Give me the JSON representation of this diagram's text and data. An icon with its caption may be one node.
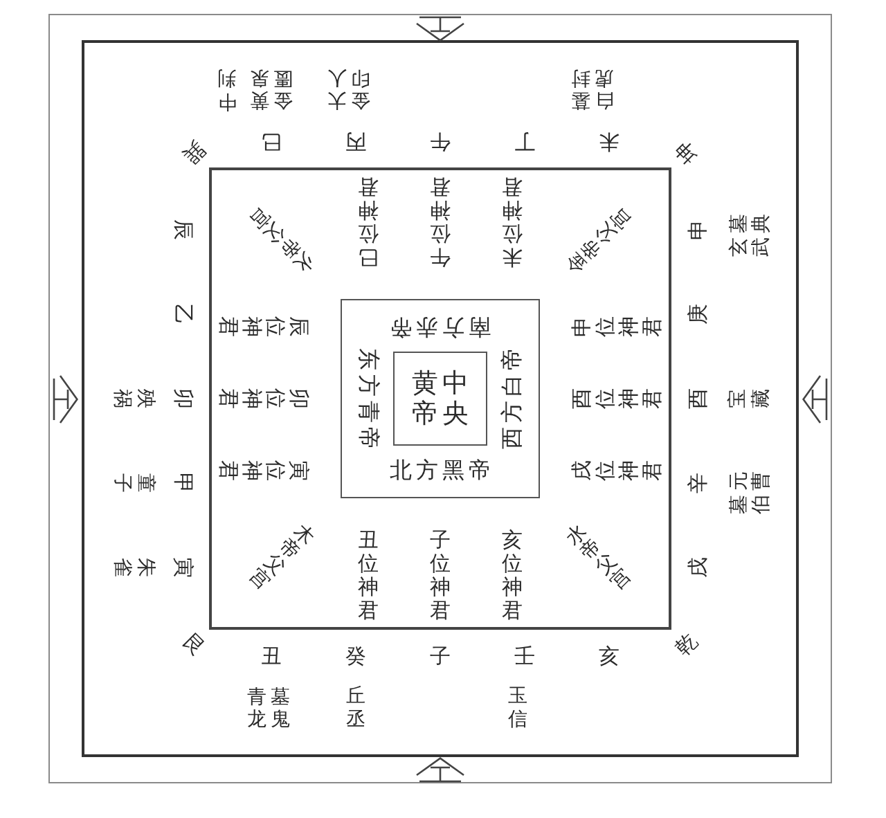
{
  "diagram": {
    "nodes": [
      {
        "text": [],
        "shape": "box"
      },
      {
        "text": [
          "中判",
          "黄泉金匮",
          "大人金印",
          "墓封白虎",
          "巽",
          "巳",
          "丙",
          "午",
          "丁",
          "未",
          "坤",
          "辰",
          "申",
          "墓典玄武",
          "乙",
          "庚",
          "殃祸",
          "卯",
          "酉",
          "宝藏",
          "童子",
          "甲",
          "辛",
          "元曹墓伯",
          "朱雀",
          "寅",
          "戌",
          "艮",
          "丑",
          "癸",
          "子",
          "壬",
          "亥",
          "乾",
          "墓鬼青龙",
          "丘丞",
          "玉信"
        ],
        "in": 0
      },
      {
        "text": [
          "火帝父宫",
          "巳位神君",
          "午位神君",
          "未位神君",
          "金帝父宫",
          "辰位神君",
          "申位神君",
          "卯位神君",
          "酉位神君",
          "寅位神君",
          "戌位神君",
          "木帝父宫",
          "丑位神君",
          "子位神君",
          "亥位神君",
          "水帝父宫"
        ],
        "in": 1
      },
      {
        "text": [
          "南方赤帝",
          "东方青帝",
          "西方白帝",
          "北方黑帝"
        ],
        "in": 2
      },
      {
        "text": [
          "中央黄帝"
        ],
        "in": 3
      }
    ]
  }
}
